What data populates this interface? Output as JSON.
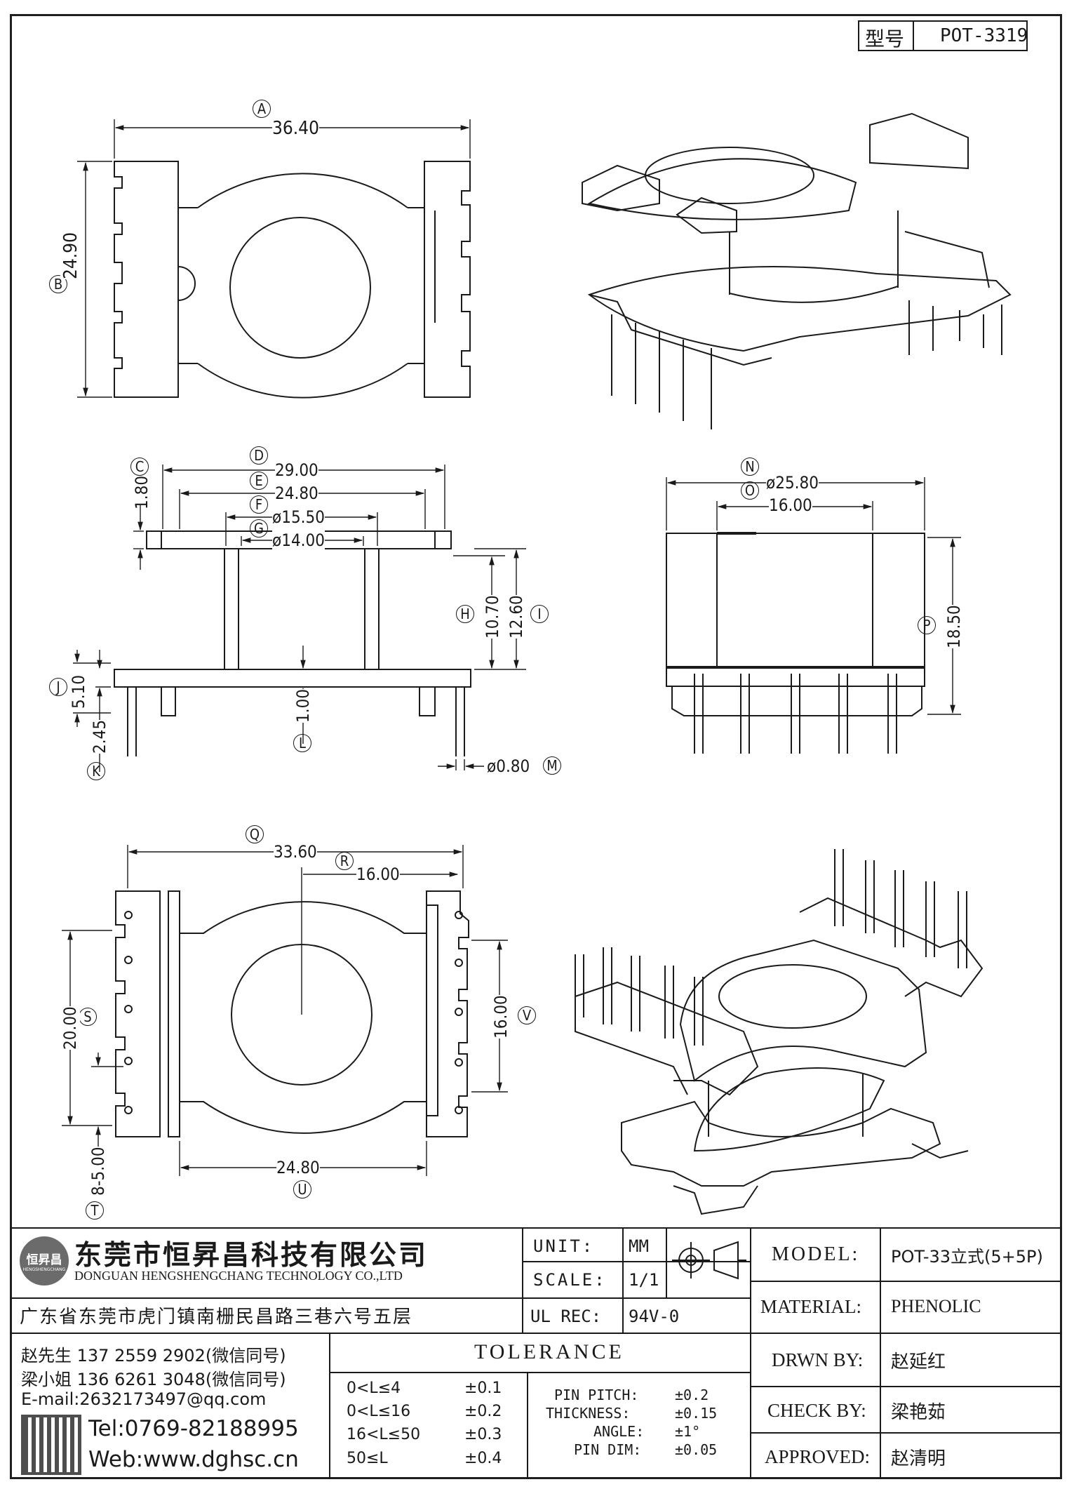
{
  "part_number": {
    "label": "型号",
    "value": "POT-3319"
  },
  "views": {
    "top": {
      "A": "A",
      "A_value": "36.40",
      "B": "B",
      "B_value": "24.90"
    },
    "front": {
      "C": "C",
      "C_value": "1.80",
      "D": "D",
      "D_value": "29.00",
      "E": "E",
      "E_value": "24.80",
      "F": "F",
      "F_value": "ø15.50",
      "G": "G",
      "G_value": "ø14.00",
      "H": "H",
      "H_value": "10.70",
      "I": "I",
      "I_value": "12.60",
      "J": "J",
      "J_value": "5.10",
      "K": "K",
      "K_value": "2.45",
      "L": "L",
      "L_value": "1.00",
      "M": "M",
      "M_value": "ø0.80"
    },
    "side": {
      "N": "N",
      "N_value": "ø25.80",
      "O": "O",
      "O_value": "16.00",
      "P": "P",
      "P_value": "18.50"
    },
    "bottom": {
      "Q": "Q",
      "Q_value": "33.60",
      "R": "R",
      "R_value": "16.00",
      "S": "S",
      "S_value": "20.00",
      "T": "T",
      "T_value": "8-5.00",
      "U": "U",
      "U_value": "24.80",
      "V": "V",
      "V_value": "16.00"
    }
  },
  "title_block": {
    "company_cn": "东莞市恒昇昌科技有限公司",
    "company_en": "DONGUAN HENGSHENGCHANG TECHNOLOGY CO.,LTD",
    "logo_text": "恒昇昌",
    "logo_subtext": "HENGSHENGCHANG",
    "address": "广东省东莞市虎门镇南栅民昌路三巷六号五层",
    "unit_label": "UNIT:",
    "unit_value": "MM",
    "scale_label": "SCALE:",
    "scale_value": "1/1",
    "ulrec_label": "UL REC:",
    "ulrec_value": "94V-0",
    "model_label": "MODEL:",
    "model_value": "POT-33立式(5+5P)",
    "material_label": "MATERIAL:",
    "material_value": "PHENOLIC",
    "drawn_label": "DRWN BY:",
    "drawn_value": "赵延红",
    "check_label": "CHECK BY:",
    "check_value": "梁艳茹",
    "approved_label": "APPROVED:",
    "approved_value": "赵清明",
    "contact1": "赵先生 137 2559 2902(微信同号)",
    "contact2": "梁小姐 136 6261 3048(微信同号)",
    "email": "E-mail:2632173497@qq.com",
    "tel": "Tel:0769-82188995",
    "web": "Web:www.dghsc.cn",
    "tolerance_title": "TOLERANCE",
    "tolerances": [
      {
        "range": "0<L≤4",
        "value": "±0.1"
      },
      {
        "range": "0<L≤16",
        "value": "±0.2"
      },
      {
        "range": "16<L≤50",
        "value": "±0.3"
      },
      {
        "range": "50≤L",
        "value": "±0.4"
      }
    ],
    "specs": [
      {
        "label": "PIN PITCH:",
        "value": "±0.2"
      },
      {
        "label": "THICKNESS:",
        "value": "±0.15"
      },
      {
        "label": "ANGLE:",
        "value": "±1°"
      },
      {
        "label": "PIN DIM:",
        "value": "±0.05"
      }
    ]
  }
}
